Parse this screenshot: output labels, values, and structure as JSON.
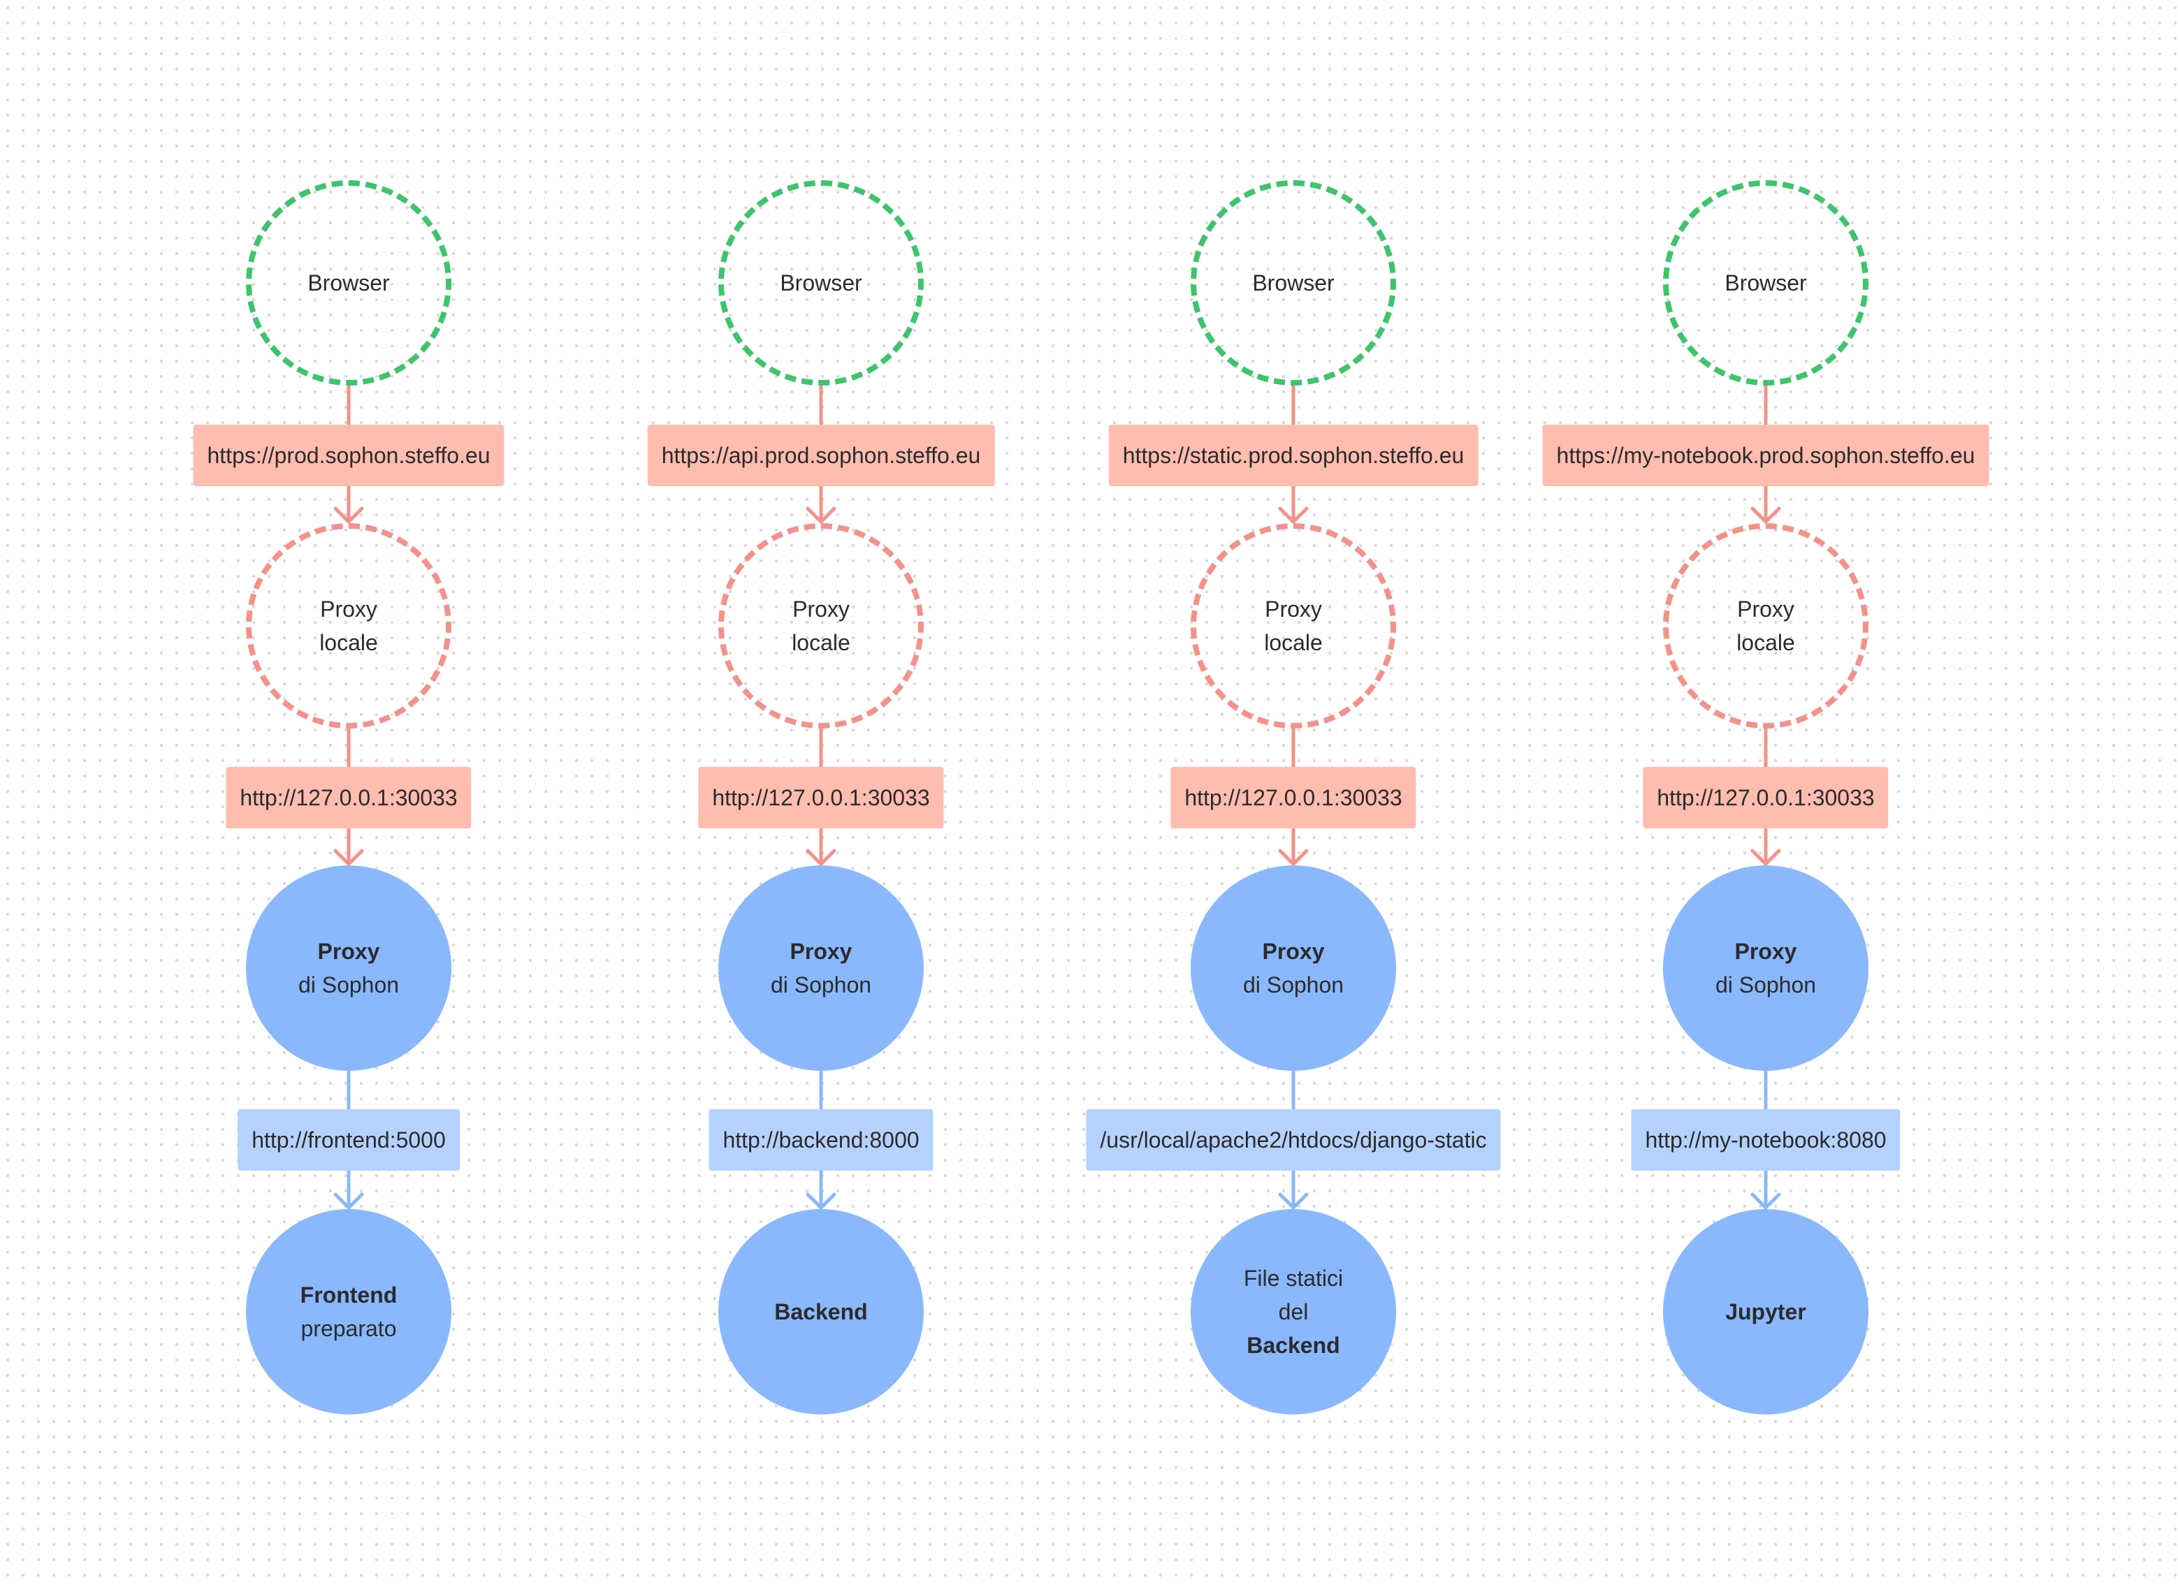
{
  "columns": [
    {
      "browser": "Browser",
      "public_url": "https://prod.sophon.steffo.eu",
      "local_proxy": [
        "Proxy",
        "locale"
      ],
      "local_url": "http://127.0.0.1:30033",
      "sophon_proxy": {
        "bold": "Proxy",
        "regular": "di Sophon"
      },
      "internal_url": "http://frontend:5000",
      "target": [
        {
          "text": "Frontend",
          "bold": true
        },
        {
          "text": "preparato",
          "bold": false
        }
      ]
    },
    {
      "browser": "Browser",
      "public_url": "https://api.prod.sophon.steffo.eu",
      "local_proxy": [
        "Proxy",
        "locale"
      ],
      "local_url": "http://127.0.0.1:30033",
      "sophon_proxy": {
        "bold": "Proxy",
        "regular": "di Sophon"
      },
      "internal_url": "http://backend:8000",
      "target": [
        {
          "text": "Backend",
          "bold": true
        }
      ]
    },
    {
      "browser": "Browser",
      "public_url": "https://static.prod.sophon.steffo.eu",
      "local_proxy": [
        "Proxy",
        "locale"
      ],
      "local_url": "http://127.0.0.1:30033",
      "sophon_proxy": {
        "bold": "Proxy",
        "regular": "di Sophon"
      },
      "internal_url": "/usr/local/apache2/htdocs/django-static",
      "target": [
        {
          "text": "File statici",
          "bold": false
        },
        {
          "text": "del",
          "bold": false
        },
        {
          "text": "Backend",
          "bold": true
        }
      ]
    },
    {
      "browser": "Browser",
      "public_url": "https://my-notebook.prod.sophon.steffo.eu",
      "local_proxy": [
        "Proxy",
        "locale"
      ],
      "local_url": "http://127.0.0.1:30033",
      "sophon_proxy": {
        "bold": "Proxy",
        "regular": "di Sophon"
      },
      "internal_url": "http://my-notebook:8080",
      "target": [
        {
          "text": "Jupyter",
          "bold": true
        }
      ]
    }
  ],
  "colors": {
    "browser": "#3ec46d",
    "local": "#f4918b",
    "public_chip": "#ffbdb0",
    "sophon": "#8ab8fd",
    "internal_chip": "#b5d2ff",
    "internal_arrow": "#8ab8fd"
  }
}
